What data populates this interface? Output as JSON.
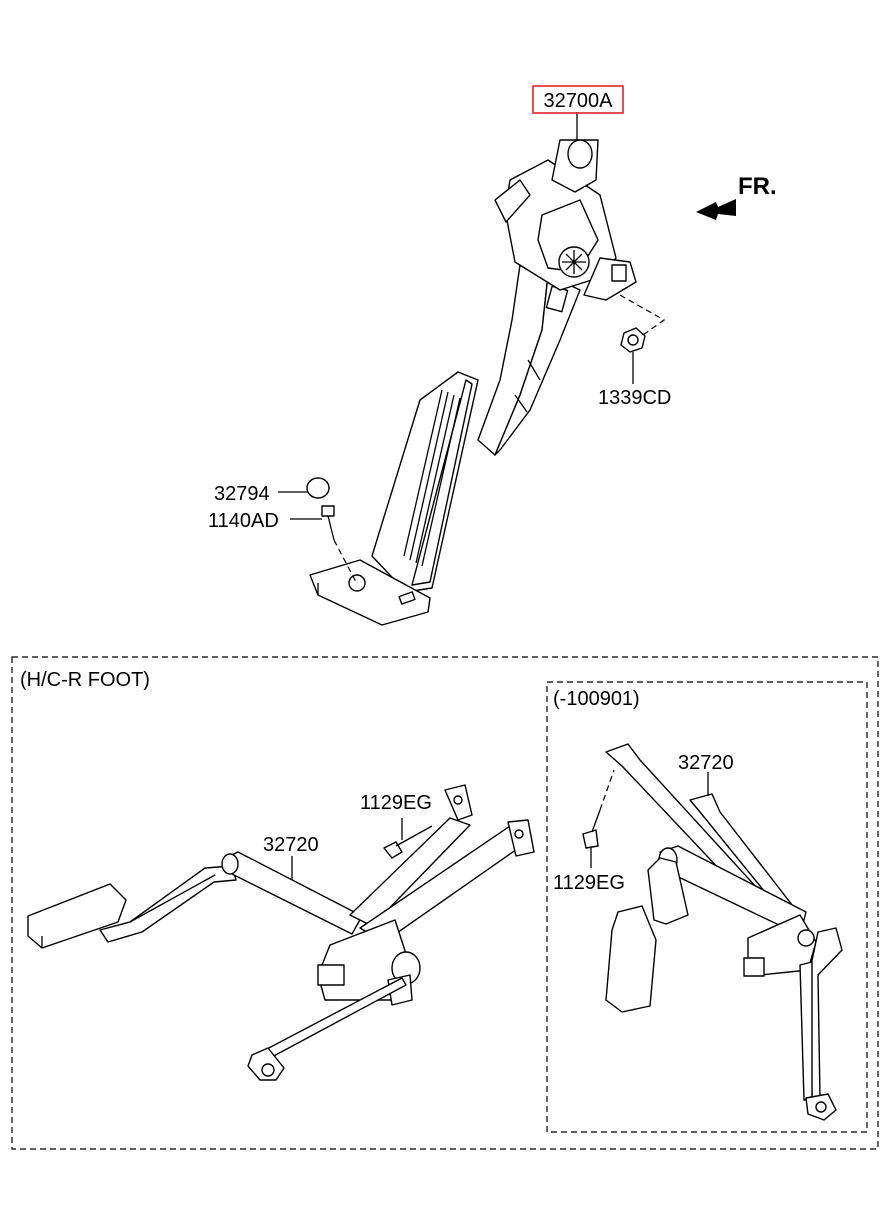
{
  "labels": {
    "main_assembly": "32700A",
    "front_marker": "FR.",
    "nut": "1339CD",
    "stopper": "32794",
    "bolt": "1140AD"
  },
  "hc_r_foot": {
    "title": "(H/C-R FOOT)",
    "bolt": "1129EG",
    "pedal": "32720"
  },
  "inset": {
    "title": "(-100901)",
    "pedal": "32720",
    "bolt": "1129EG"
  },
  "colors": {
    "highlight_box": "#e0262b",
    "line": "#000000"
  }
}
